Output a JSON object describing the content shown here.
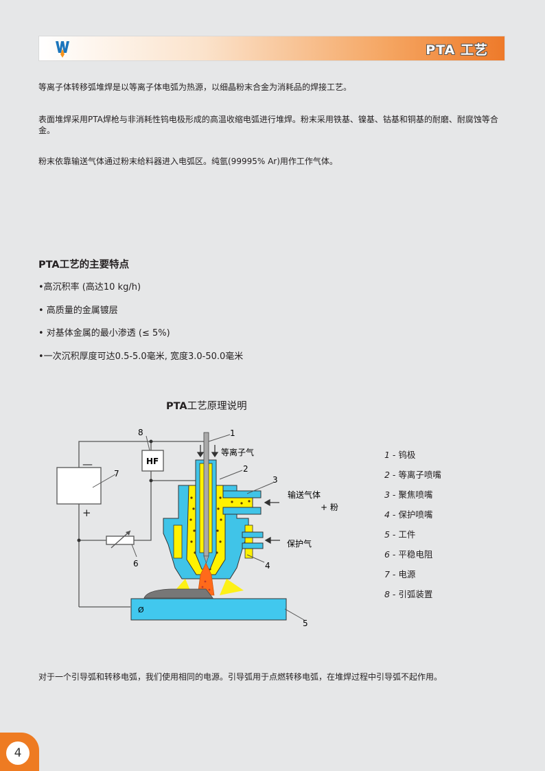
{
  "header": {
    "title": "PTA 工艺"
  },
  "intro": {
    "p1": "等离子体转移弧堆焊是以等离子体电弧为热源，以细晶粉末合金为消耗品的焊接工艺。",
    "p2": "表面堆焊采用PTA焊枪与非消耗性钨电极形成的高温收缩电弧进行堆焊。粉末采用铁基、镍基、钴基和铜基的耐磨、耐腐蚀等合金。",
    "p3": "粉末依靠输送气体通过粉末给料器进入电弧区。纯氩(99995% Ar)用作工作气体。"
  },
  "features": {
    "title_bold": "PTA",
    "title_rest": "工艺的主要特点",
    "items": [
      "•高沉积率 (高达10 kg/h)",
      "•   高质量的金属镀层",
      "•   对基体金属的最小渗透 (≤ 5%)",
      "•一次沉积厚度可达0.5-5.0毫米, 宽度3.0-50.0毫米"
    ]
  },
  "diagram": {
    "title_bold": "PTA",
    "title_rest": "工艺原理说明",
    "labels": {
      "n1": "1",
      "n2": "2",
      "n3": "3",
      "n4": "4",
      "n5": "5",
      "n6": "6",
      "n7": "7",
      "n8": "8",
      "hf": "HF",
      "minus": "—",
      "plus": "+",
      "phi": "Ø",
      "plasma_gas": "等离子气",
      "carrier_gas": "输送气体",
      "plus_powder": "+ 粉",
      "shield_gas": "保护气"
    },
    "legend": [
      {
        "num": "1",
        "text": " - 钨极"
      },
      {
        "num": "2",
        "text": " - 等离子喷嘴"
      },
      {
        "num": "3",
        "text": " - 聚焦喷嘴"
      },
      {
        "num": "4",
        "text": " - 保护喷嘴"
      },
      {
        "num": "5",
        "text": " - 工件"
      },
      {
        "num": "6",
        "text": " - 平稳电阻"
      },
      {
        "num": "7",
        "text": " - 电源"
      },
      {
        "num": "8",
        "text": " - 引弧装置"
      }
    ]
  },
  "footer": {
    "text": "对于一个引导弧和转移电弧，我们使用相同的电源。引导弧用于点燃转移电弧，在堆焊过程中引导弧不起作用。",
    "page_number": "4"
  },
  "colors": {
    "accent_orange": "#ee7b22",
    "nozzle_blue": "#40c4e8",
    "powder_yellow": "#fff200",
    "workpiece_blue": "#41c8ee"
  }
}
